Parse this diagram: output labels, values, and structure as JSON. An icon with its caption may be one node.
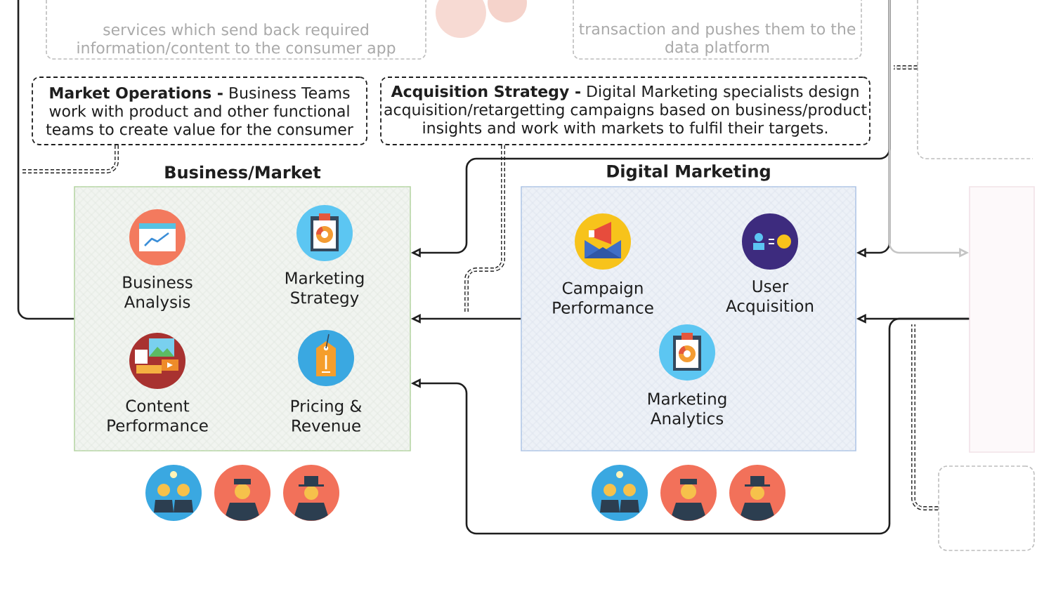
{
  "diagram": {
    "nodes": [
      {
        "text": [
          "services which send back required information/content to the consumer app"
        ]
      },
      {
        "text": [
          "transaction and pushes them to the data platform"
        ]
      },
      {
        "text": [],
        "shape": "box"
      },
      {
        "text": [
          "**Market Operations -** Business Teams work with product and other functional teams to create value for the consumer"
        ]
      },
      {
        "text": [
          "**Acquisition Strategy -** Digital Marketing specialists design acquisition/retargetting campaigns based on business/product insights and work with markets to fulfil their targets."
        ]
      },
      {
        "text": [
          "Business/Market"
        ]
      },
      {
        "text": [
          "Business Analysis"
        ],
        "in": 5
      },
      {
        "text": [
          "Marketing Strategy"
        ],
        "in": 5
      },
      {
        "text": [
          "Content Performance"
        ],
        "in": 5
      },
      {
        "text": [
          "Pricing & Revenue"
        ],
        "in": 5
      },
      {
        "text": [
          "Digital Marketing"
        ]
      },
      {
        "text": [
          "Campaign Performance"
        ],
        "in": 10
      },
      {
        "text": [
          "User Acquisition"
        ],
        "in": 10
      },
      {
        "text": [
          "Marketing Analytics"
        ],
        "in": 10
      },
      {
        "text": [],
        "shape": "box"
      },
      {
        "text": [],
        "shape": "box"
      }
    ],
    "edges": [
      {
        "from": null,
        "to": 5,
        "arrow": "none"
      },
      {
        "from": 3,
        "to": null,
        "arrow": "none",
        "style": "dashed"
      },
      {
        "from": 4,
        "to": null,
        "arrow": "none",
        "style": "dashed"
      },
      {
        "from": 2,
        "to": null,
        "arrow": "none",
        "style": "dashed"
      },
      {
        "from": null,
        "to": 5,
        "arrow": "to"
      },
      {
        "from": null,
        "to": 10,
        "arrow": "to"
      },
      {
        "from": null,
        "to": 14,
        "arrow": "to",
        "color": "#c4c4c4"
      },
      {
        "from": 10,
        "to": 5,
        "arrow": "to"
      },
      {
        "from": 14,
        "to": 10,
        "arrow": "to"
      },
      {
        "from": 14,
        "to": 5,
        "arrow": "to"
      },
      {
        "from": 15,
        "to": null,
        "arrow": "none",
        "style": "dashed"
      }
    ]
  }
}
